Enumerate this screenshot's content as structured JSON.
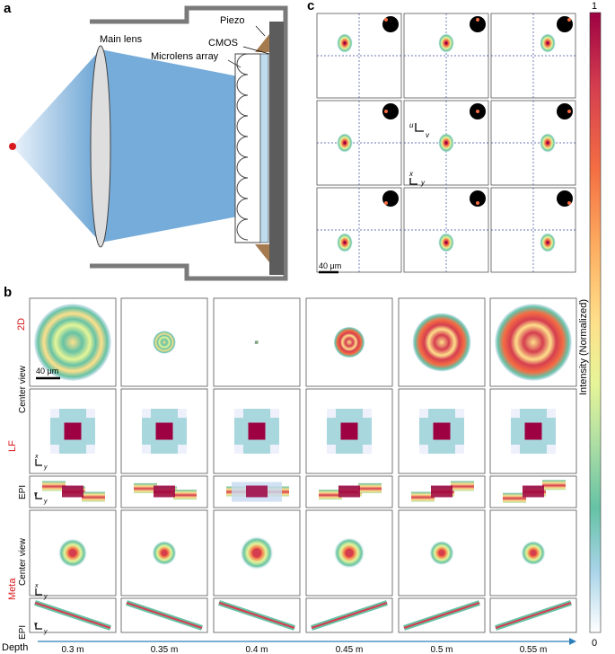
{
  "panels": {
    "a": "a",
    "b": "b",
    "c": "c"
  },
  "panel_a": {
    "labels": {
      "main_lens": "Main lens",
      "piezo": "Piezo",
      "cmos": "CMOS",
      "microlens_array": "Microlens array"
    },
    "colors": {
      "housing": "#777777",
      "beam": "#6aa7d8",
      "lens": "#d9d9d9",
      "source": "#d7191c",
      "sensor": "#5a5a5a",
      "piezo": "#a57a4e"
    }
  },
  "panel_b": {
    "row_labels": {
      "twod": "2D",
      "lf": "LF",
      "meta": "Meta",
      "center_view": "Center view",
      "epi": "EPI"
    },
    "axis_letters": {
      "x": "x",
      "y": "y",
      "v": "v"
    },
    "scale_bar": "40 μm",
    "depth_label": "Depth",
    "depths": [
      "0.3 m",
      "0.35 m",
      "0.4 m",
      "0.45 m",
      "0.5 m",
      "0.55 m"
    ],
    "twod_ring_radius_fraction": [
      0.95,
      0.28,
      0.02,
      0.38,
      0.72,
      0.95
    ],
    "meta_ring_radius_fraction": [
      0.35,
      0.28,
      0.42,
      0.38,
      0.28,
      0.28
    ],
    "label_color": "#d7191c"
  },
  "panel_c": {
    "axis_letters": {
      "u": "u",
      "v": "v",
      "x": "x",
      "y": "y"
    },
    "scale_bar": "40 μm"
  },
  "colorbar": {
    "max": "1",
    "min": "0",
    "label": "Intensity (Normalized)",
    "stops": [
      "#9e0142",
      "#d53e4f",
      "#f46d43",
      "#fdae61",
      "#fee08b",
      "#e6f598",
      "#abdda4",
      "#66c2a5",
      "#8ec9e0",
      "#ffffff"
    ]
  }
}
